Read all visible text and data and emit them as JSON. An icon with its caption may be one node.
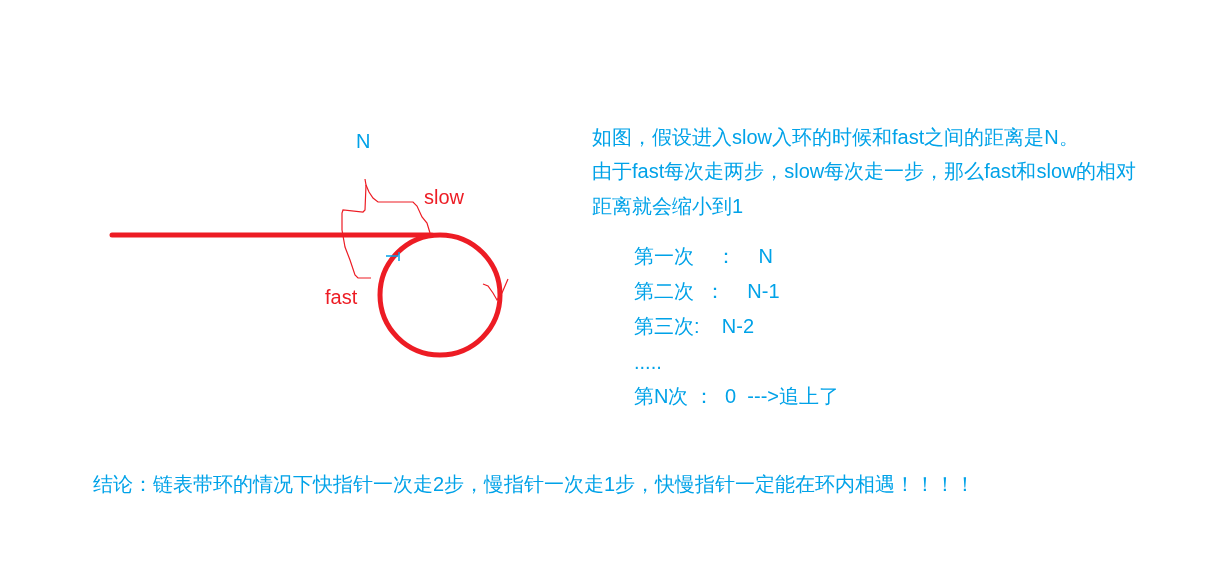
{
  "diagram": {
    "labels": [
      "N",
      "slow",
      "fast",
      "如图，假设进入slow入环的时候和fast之间的距离是N。",
      "由于fast每次走两步，slow每次走一步，那么fast和slow的相对距离就会缩小到1",
      "第一次    ：    N",
      "第二次  ：    N-1",
      "第三次:    N-2",
      ".....",
      "第N次 ：  0  --->追上了",
      "结论：链表带环的情况下快指针一次走2步，慢指针一次走1步，快慢指针一定能在环内相遇！！！！"
    ]
  }
}
